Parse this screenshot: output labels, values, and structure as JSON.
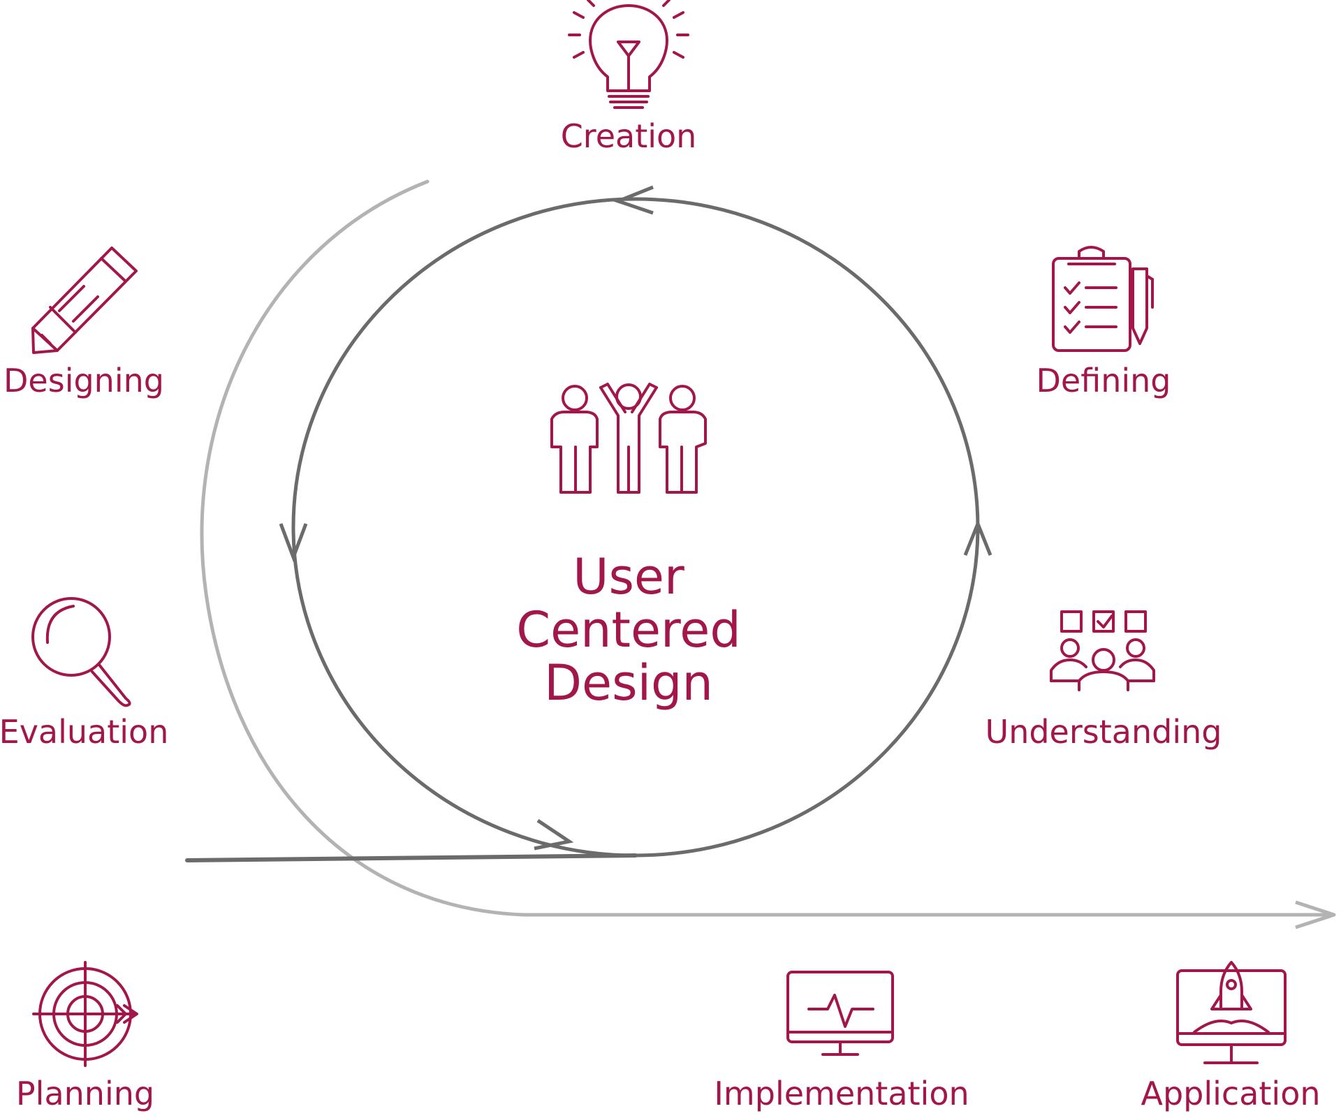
{
  "center": {
    "line1": "User",
    "line2": "Centered",
    "line3": "Design"
  },
  "stages": {
    "creation": "Creation",
    "defining": "Defining",
    "understanding": "Understanding",
    "designing": "Designing",
    "evaluation": "Evaluation",
    "planning": "Planning",
    "implementation": "Implementation",
    "application": "Application"
  },
  "colors": {
    "accent": "#a3164a",
    "cycle": "#6b6b6b",
    "outer": "#b3b3b3"
  },
  "icons": {
    "creation": "lightbulb-icon",
    "defining": "clipboard-checklist-icon",
    "understanding": "team-checklist-icon",
    "designing": "pencil-icon",
    "evaluation": "magnifier-icon",
    "planning": "target-icon",
    "implementation": "monitor-pulse-icon",
    "application": "monitor-rocket-icon",
    "center": "people-celebrating-icon"
  }
}
